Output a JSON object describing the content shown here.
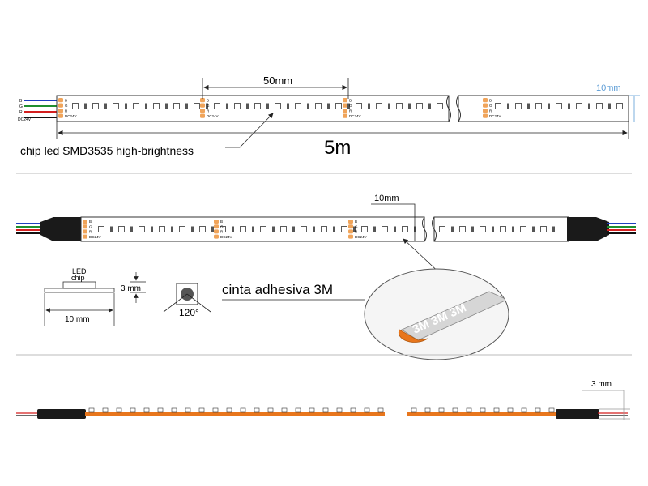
{
  "top_section": {
    "spacing_label": "50mm",
    "width_label": "10mm",
    "length_label": "5m",
    "chip_label": "chip led SMD3535 high-brightness",
    "wire_labels": [
      "B",
      "G",
      "R",
      "DC24V"
    ],
    "pad_labels": [
      "B",
      "G",
      "R"
    ],
    "pad_voltage": "DC24V"
  },
  "middle_section": {
    "width_label": "10mm",
    "profile_led_label": "LED",
    "profile_chip_label": "chip",
    "profile_height_label": "3 mm",
    "profile_width_label": "10 mm",
    "beam_angle_label": "120°",
    "adhesive_label": "cinta adhesiva 3M",
    "tape_text": "3M 3M 3M",
    "pad_labels": [
      "B",
      "G",
      "R"
    ],
    "pad_voltage": "DC24V"
  },
  "bottom_section": {
    "thickness_label": "3 mm"
  },
  "colors": {
    "wire_blue": "#1f3fbf",
    "wire_green": "#1f8f2f",
    "wire_red": "#d41f1f",
    "wire_black": "#111111",
    "pad_orange": "#f0a45a",
    "strip_orange": "#e8761c",
    "dim_blue": "#5a9bd5",
    "separator": "#bbbbbb"
  }
}
